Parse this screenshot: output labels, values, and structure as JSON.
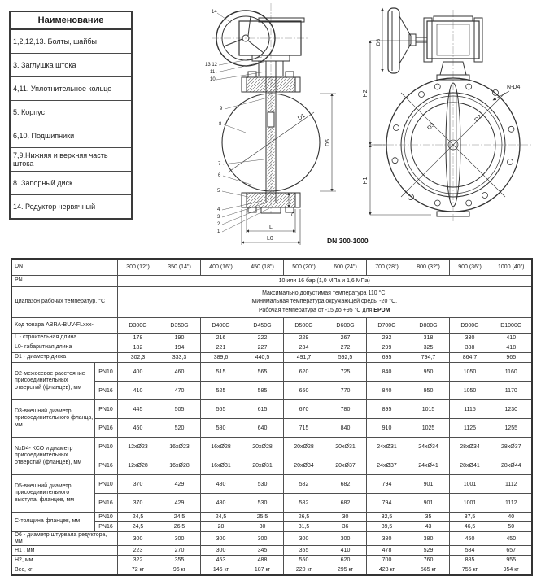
{
  "parts_table": {
    "header": "Наименование",
    "items": [
      "1,2,12,13. Болты, шайбы",
      "3. Заглушка штока",
      "4,11. Уплотнительное кольцо",
      "5. Корпус",
      "6,10. Подшипники",
      "7,9.Нижняя и верхняя часть штока",
      "8. Запорный диск",
      "14. Редуктор червячный"
    ]
  },
  "drawings": {
    "caption": "DN 300-1000",
    "section_view": {
      "callouts": [
        "14",
        "13 12",
        "11",
        "10",
        "9",
        "8",
        "7",
        "6",
        "5",
        "4",
        "3",
        "2",
        "1"
      ],
      "dims": {
        "d1": "D1",
        "d5": "D5",
        "l": "L",
        "l0": "L0",
        "c": "C"
      }
    },
    "front_view": {
      "dims": {
        "d6": "D6",
        "h1": "H1",
        "h2": "H2",
        "d2": "D2",
        "d3": "D3",
        "nd4": "N-D4"
      }
    }
  },
  "spec_table": {
    "pn10": "PN10",
    "pn16": "PN16",
    "rows": [
      {
        "type": "values",
        "cls": "r-dn",
        "label": "DN",
        "values": [
          "300 (12\")",
          "350 (14\")",
          "400 (16\")",
          "450 (18\")",
          "500 (20\")",
          "600 (24\")",
          "700 (28\")",
          "800 (32\")",
          "900 (36\")",
          "1000 (40\")"
        ]
      },
      {
        "type": "span",
        "cls": "r-pn",
        "label": "PN",
        "text": "10 или 16 бар (1,0 МПа и 1,6 МПа)"
      },
      {
        "type": "lines",
        "cls": "r-temp",
        "label": "Диапазон рабочих температур, °С",
        "lines": [
          [
            {
              "t": "Максимально допустимая температура 110 °С."
            }
          ],
          [
            {
              "t": "Минимальная температура окружающей среды -20 °С."
            }
          ],
          [
            {
              "t": "Рабочая температура от -15 до +95 °С для "
            },
            {
              "t": "EPDM",
              "b": true
            }
          ]
        ]
      },
      {
        "type": "values",
        "cls": "r-code",
        "label": "Код товара ABRA-BUV-FLxxx-",
        "values": [
          "D300G",
          "D350G",
          "D400G",
          "D450G",
          "D500G",
          "D600G",
          "D700G",
          "D800G",
          "D900G",
          "D1000G"
        ]
      },
      {
        "type": "values",
        "cls": "r-thin",
        "label": "L - строительная длина",
        "values": [
          "178",
          "190",
          "216",
          "222",
          "229",
          "267",
          "292",
          "318",
          "330",
          "410"
        ]
      },
      {
        "type": "values",
        "cls": "r-thin",
        "label": "L0- габаритная длина",
        "values": [
          "182",
          "194",
          "221",
          "227",
          "234",
          "272",
          "299",
          "325",
          "338",
          "418"
        ]
      },
      {
        "type": "values",
        "cls": "r-thin",
        "label": "D1 - диаметр диска",
        "values": [
          "302,3",
          "333,3",
          "389,6",
          "440,5",
          "491,7",
          "592,5",
          "695",
          "794,7",
          "864,7",
          "965"
        ]
      },
      {
        "type": "pn",
        "cls": "r-pair",
        "label": "D2-межосевое расстояние присоединительных отверстий (фланцев), мм",
        "pn10": [
          "400",
          "460",
          "515",
          "565",
          "620",
          "725",
          "840",
          "950",
          "1050",
          "1160"
        ],
        "pn16": [
          "410",
          "470",
          "525",
          "585",
          "650",
          "770",
          "840",
          "950",
          "1050",
          "1170"
        ]
      },
      {
        "type": "pn",
        "cls": "r-pair",
        "label": "D3-внешний диаметр присоединительного фланца, мм",
        "pn10": [
          "445",
          "505",
          "565",
          "615",
          "670",
          "780",
          "895",
          "1015",
          "1115",
          "1230"
        ],
        "pn16": [
          "460",
          "520",
          "580",
          "640",
          "715",
          "840",
          "910",
          "1025",
          "1125",
          "1255"
        ]
      },
      {
        "type": "pn",
        "cls": "r-pair",
        "label": "NxD4- КСО и диаметр присоединительных отверстий (фланцев), мм",
        "pn10": [
          "12xØ23",
          "16xØ23",
          "16xØ28",
          "20xØ28",
          "20xØ28",
          "20xØ31",
          "24xØ31",
          "24xØ34",
          "28xØ34",
          "28xØ37"
        ],
        "pn16": [
          "12xØ28",
          "16xØ28",
          "16xØ31",
          "20xØ31",
          "20xØ34",
          "20xØ37",
          "24xØ37",
          "24xØ41",
          "28xØ41",
          "28xØ44"
        ]
      },
      {
        "type": "pn",
        "cls": "r-pair",
        "label": "D5-внешний диаметр присоединительного выступа, фланцев, мм",
        "pn10": [
          "370",
          "429",
          "480",
          "530",
          "582",
          "682",
          "794",
          "901",
          "1001",
          "1112"
        ],
        "pn16": [
          "370",
          "429",
          "480",
          "530",
          "582",
          "682",
          "794",
          "901",
          "1001",
          "1112"
        ]
      },
      {
        "type": "pn",
        "cls": "r-pair-sm",
        "label": "С-толщина фланцев, мм",
        "pn10": [
          "24,5",
          "24,5",
          "24,5",
          "25,5",
          "26,5",
          "30",
          "32,5",
          "35",
          "37,5",
          "40"
        ],
        "pn16": [
          "24,5",
          "26,5",
          "28",
          "30",
          "31,5",
          "36",
          "39,5",
          "43",
          "46,5",
          "50"
        ]
      },
      {
        "type": "values",
        "cls": "r-bot",
        "label": "D6 - диаметр штурвала редуктора, мм",
        "values": [
          "300",
          "300",
          "300",
          "300",
          "300",
          "300",
          "380",
          "380",
          "450",
          "450"
        ]
      },
      {
        "type": "values",
        "cls": "r-bot",
        "label": "H1 , мм",
        "values": [
          "223",
          "270",
          "300",
          "345",
          "355",
          "410",
          "478",
          "529",
          "584",
          "657"
        ]
      },
      {
        "type": "values",
        "cls": "r-bot",
        "label": "H2, мм",
        "values": [
          "322",
          "355",
          "453",
          "488",
          "550",
          "620",
          "700",
          "760",
          "885",
          "955"
        ]
      },
      {
        "type": "values",
        "cls": "r-bot",
        "label": "Вес, кг",
        "values": [
          "72 кг",
          "96 кг",
          "146 кг",
          "187 кг",
          "220 кг",
          "295 кг",
          "428 кг",
          "565 кг",
          "755 кг",
          "954 кг"
        ]
      }
    ]
  }
}
